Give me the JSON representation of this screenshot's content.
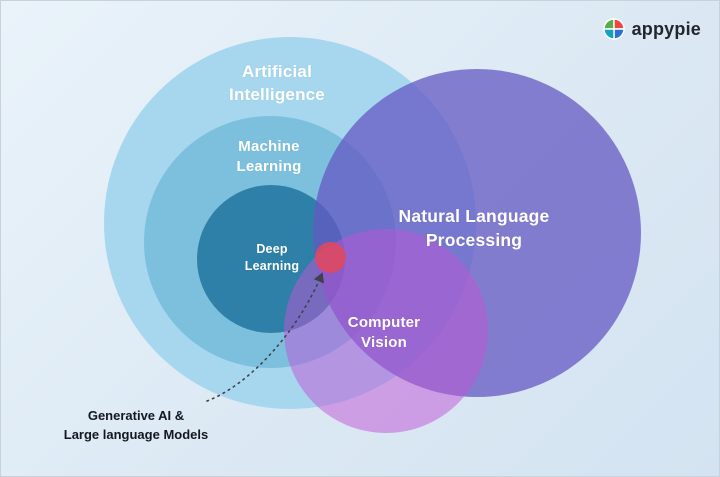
{
  "brand": {
    "name": "appypie",
    "logo_colors": {
      "green": "#57AD4B",
      "red": "#E9473F",
      "blue": "#2D71D6",
      "teal": "#14A3B8"
    }
  },
  "diagram": {
    "labels": {
      "artificial_intelligence": "Artificial\nIntelligence",
      "machine_learning": "Machine\nLearning",
      "deep_learning": "Deep\nLearning",
      "natural_language_processing": "Natural Language\nProcessing",
      "computer_vision": "Computer\nVision",
      "generative_ai": "Generative AI &\nLarge language Models"
    },
    "colors": {
      "background": "#DCE9F4",
      "artificial_intelligence": "#A7D7EF",
      "machine_learning": "#7DC0DE",
      "deep_learning": "#2F80A8",
      "natural_language_processing": "rgba(100,88,195,0.75)",
      "computer_vision": "rgba(192,84,214,0.5)",
      "generative_dot": "rgba(224,73,93,0.88)",
      "arrow": "#3f4147"
    }
  }
}
